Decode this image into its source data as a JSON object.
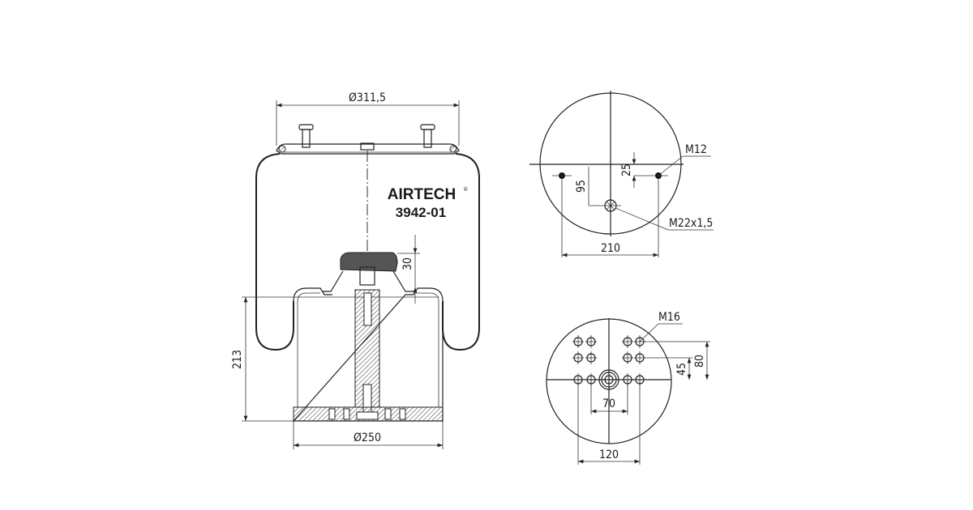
{
  "brand": {
    "name": "AIRTECH",
    "registered": "®",
    "part_number": "3942-01"
  },
  "side_view": {
    "top_diameter": "Ø311,5",
    "piston_diameter": "Ø250",
    "height": "213",
    "bumper_gap": "30"
  },
  "top_plate_view": {
    "stud_thread": "M12",
    "air_inlet_thread": "M22x1,5",
    "stud_spacing": "210",
    "stud_offset": "25",
    "inlet_offset": "95"
  },
  "bottom_plate_view": {
    "bolt_thread": "M16",
    "outer_spacing": "120",
    "inner_spacing": "70",
    "row_spacing_1": "45",
    "row_spacing_2": "80"
  }
}
